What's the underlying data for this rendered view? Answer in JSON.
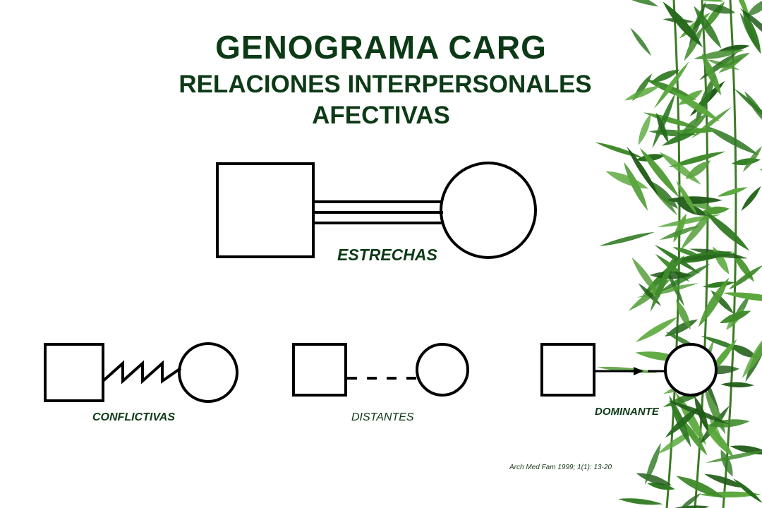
{
  "title": "GENOGRAMA  CARG",
  "subtitle_line1": "RELACIONES INTERPERSONALES",
  "subtitle_line2": "AFECTIVAS",
  "relations": {
    "estrechas": "ESTRECHAS",
    "conflictivas": "CONFLICTIVAS",
    "distantes": "DISTANTES",
    "dominante": "DOMINANTE"
  },
  "citation": "Arch Med Fam 1999; 1(1): 13-20",
  "colors": {
    "title": "#0d3a16",
    "symbols": "#000000",
    "bamboo_leaf": "#3f8a2a"
  }
}
